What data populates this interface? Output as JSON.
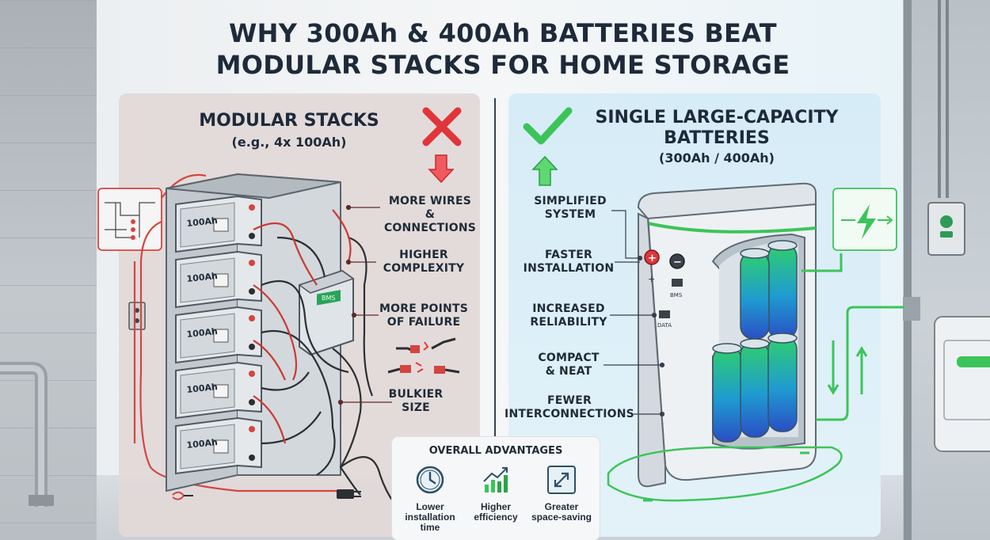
{
  "title": {
    "line1": "WHY 300Ah & 400Ah BATTERIES BEAT",
    "line2": "MODULAR STACKS FOR HOME STORAGE"
  },
  "left": {
    "heading": "MODULAR STACKS",
    "subheading": "(e.g., 4x 100Ah)",
    "battery_label": "100Ah",
    "bms_label": "BMS",
    "labels": [
      {
        "line1": "MORE WIRES",
        "line2": "& CONNECTIONS"
      },
      {
        "line1": "HIGHER",
        "line2": "COMPLEXITY"
      },
      {
        "line1": "MORE POINTS",
        "line2": "OF FAILURE"
      },
      {
        "line1": "BULKIER",
        "line2": "SIZE"
      }
    ],
    "verdict_icon": "cross-icon",
    "trend_icon": "arrow-down-icon"
  },
  "right": {
    "heading_line1": "SINGLE LARGE-CAPACITY",
    "heading_line2": "BATTERIES",
    "subheading": "(300Ah / 400Ah)",
    "unit_labels": {
      "bms": "BMS",
      "data": "DATA",
      "minus": "−",
      "plus": "+",
      "small_plus": "+"
    },
    "labels": [
      {
        "line1": "SIMPLIFIED",
        "line2": "SYSTEM"
      },
      {
        "line1": "FASTER",
        "line2": "INSTALLATION"
      },
      {
        "line1": "INCREASED",
        "line2": "RELIABILITY"
      },
      {
        "line1": "COMPACT",
        "line2": "& NEAT"
      },
      {
        "line1": "FEWER",
        "line2": "INTERCONNECTIONS"
      }
    ],
    "verdict_icon": "check-icon",
    "trend_icon": "arrow-up-icon"
  },
  "advantages": {
    "title": "OVERALL ADVANTAGES",
    "items": [
      {
        "icon": "clock-icon",
        "line1": "Lower",
        "line2": "installation",
        "line3": "time"
      },
      {
        "icon": "growth-chart-icon",
        "line1": "Higher",
        "line2": "efficiency",
        "line3": ""
      },
      {
        "icon": "expand-icon",
        "line1": "Greater",
        "line2": "space-saving",
        "line3": ""
      }
    ]
  },
  "colors": {
    "accent_green": "#3cc45a",
    "accent_red": "#e0353a",
    "text_dark": "#1e2a3a",
    "panel_left": "#e2d9d8",
    "panel_right": "#d6ecf7"
  }
}
